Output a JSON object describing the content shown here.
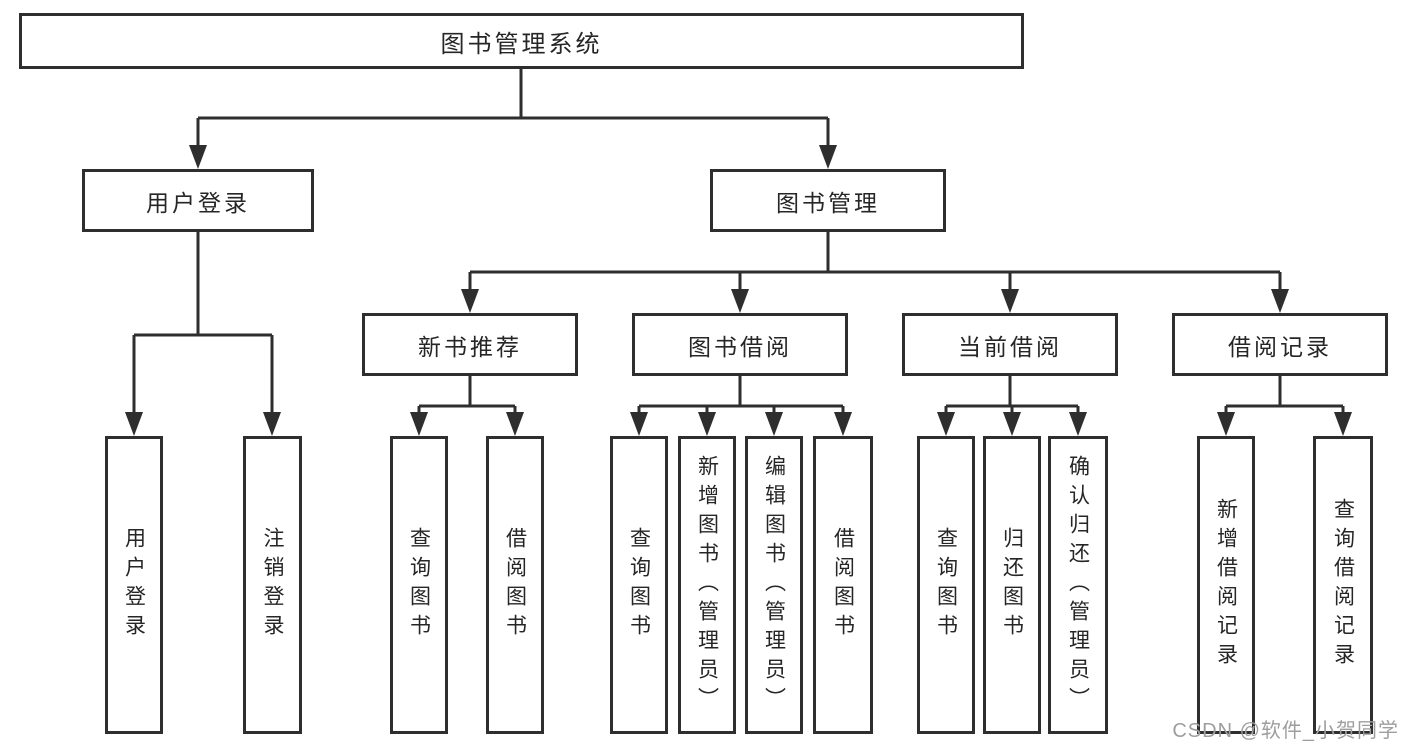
{
  "colors": {
    "line": "#2e2e2e",
    "border": "#2e2e2e",
    "text": "#262626",
    "watermark": "#9e9e9e",
    "background": "#ffffff"
  },
  "watermark": "CSDN @软件_小贺同学",
  "tree": {
    "root": {
      "label": "图书管理系统"
    },
    "level2": [
      {
        "label": "用户登录"
      },
      {
        "label": "图书管理"
      }
    ],
    "level3": [
      {
        "label": "新书推荐"
      },
      {
        "label": "图书借阅"
      },
      {
        "label": "当前借阅"
      },
      {
        "label": "借阅记录"
      }
    ],
    "leaves": {
      "user_login": [
        "用户登录",
        "注销登录"
      ],
      "new_book": [
        "查询图书",
        "借阅图书"
      ],
      "book_borrow": [
        "查询图书",
        "新增图书（管理员）",
        "编辑图书（管理员）",
        "借阅图书"
      ],
      "current_borrow": [
        "查询图书",
        "归还图书",
        "确认归还（管理员）"
      ],
      "borrow_records": [
        "新增借阅记录",
        "查询借阅记录"
      ]
    }
  }
}
